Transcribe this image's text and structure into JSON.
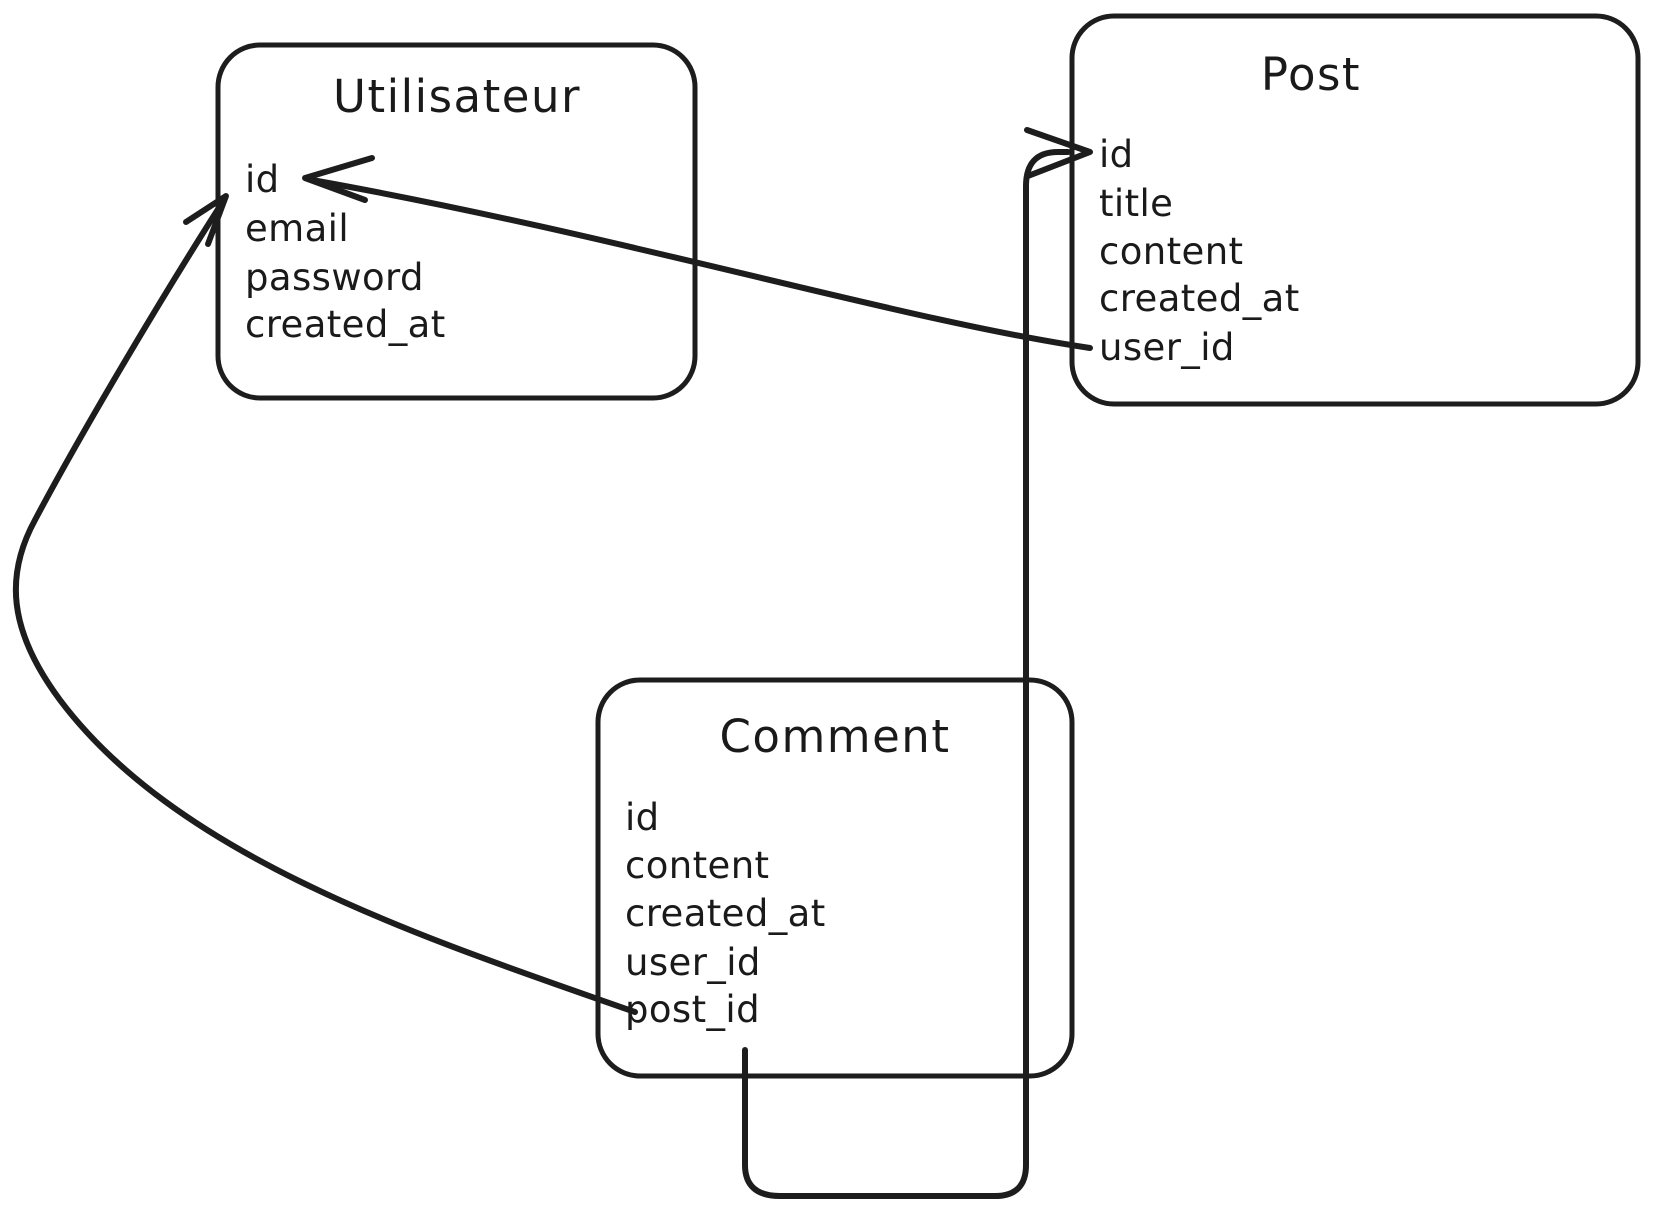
{
  "diagram": {
    "type": "entity-relationship-diagram",
    "background_color": "#ffffff",
    "stroke_color": "#1d1d1d",
    "text_color": "#1a1a1a",
    "entities": [
      {
        "id": "utilisateur",
        "title": "Utilisateur",
        "fields": [
          "id",
          "email",
          "password",
          "created_at"
        ]
      },
      {
        "id": "post",
        "title": "Post",
        "fields": [
          "id",
          "title",
          "content",
          "created_at",
          "user_id"
        ]
      },
      {
        "id": "comment",
        "title": "Comment",
        "fields": [
          "id",
          "content",
          "created_at",
          "user_id",
          "post_id"
        ]
      }
    ],
    "relations": [
      {
        "id": "post-user-to-utilisateur-id",
        "from_entity": "post",
        "from_field": "user_id",
        "to_entity": "utilisateur",
        "to_field": "id"
      },
      {
        "id": "comment-user-to-utilisateur-id",
        "from_entity": "comment",
        "from_field": "user_id",
        "to_entity": "utilisateur",
        "to_field": "id"
      },
      {
        "id": "comment-post-to-post-id",
        "from_entity": "comment",
        "from_field": "post_id",
        "to_entity": "post",
        "to_field": "id"
      }
    ]
  }
}
